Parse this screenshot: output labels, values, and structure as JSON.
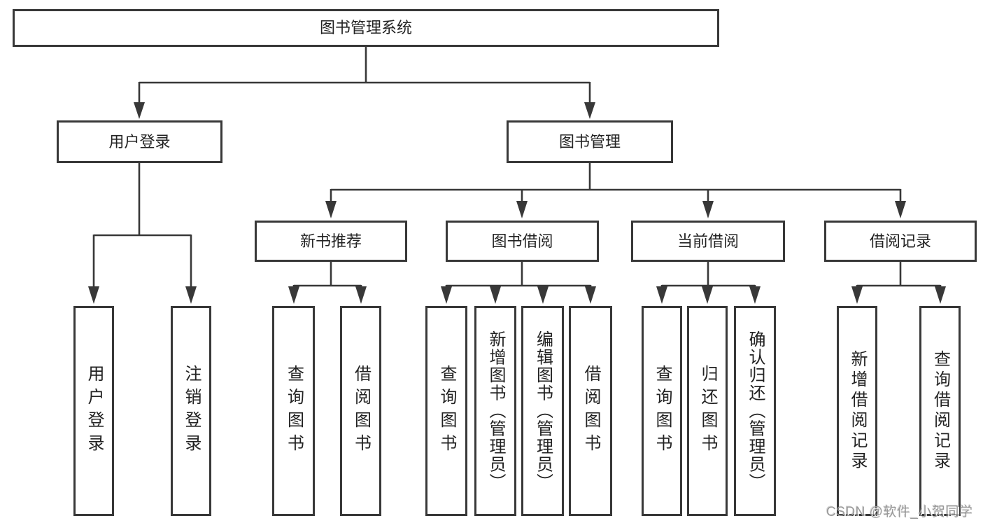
{
  "diagram_type": "hierarchy-tree",
  "colors": {
    "line": "#383838",
    "box_border": "#383838",
    "box_fill": "#ffffff",
    "label_text": "#222222",
    "watermark": "#999999"
  },
  "tree": {
    "label": "图书管理系统",
    "children": [
      {
        "label": "用户登录",
        "children": [
          {
            "label": "用户登录"
          },
          {
            "label": "注销登录"
          }
        ]
      },
      {
        "label": "图书管理",
        "children": [
          {
            "label": "新书推荐",
            "children": [
              {
                "label": "查询图书"
              },
              {
                "label": "借阅图书"
              }
            ]
          },
          {
            "label": "图书借阅",
            "children": [
              {
                "label": "查询图书"
              },
              {
                "label": "新增图书（管理员）"
              },
              {
                "label": "编辑图书（管理员）"
              },
              {
                "label": "借阅图书"
              }
            ]
          },
          {
            "label": "当前借阅",
            "children": [
              {
                "label": "查询图书"
              },
              {
                "label": "归还图书"
              },
              {
                "label": "确认归还（管理员）"
              }
            ]
          },
          {
            "label": "借阅记录",
            "children": [
              {
                "label": "新增借阅记录"
              },
              {
                "label": "查询借阅记录"
              }
            ]
          }
        ]
      }
    ]
  },
  "watermark": {
    "text": "CSDN @软件_小贺同学"
  }
}
